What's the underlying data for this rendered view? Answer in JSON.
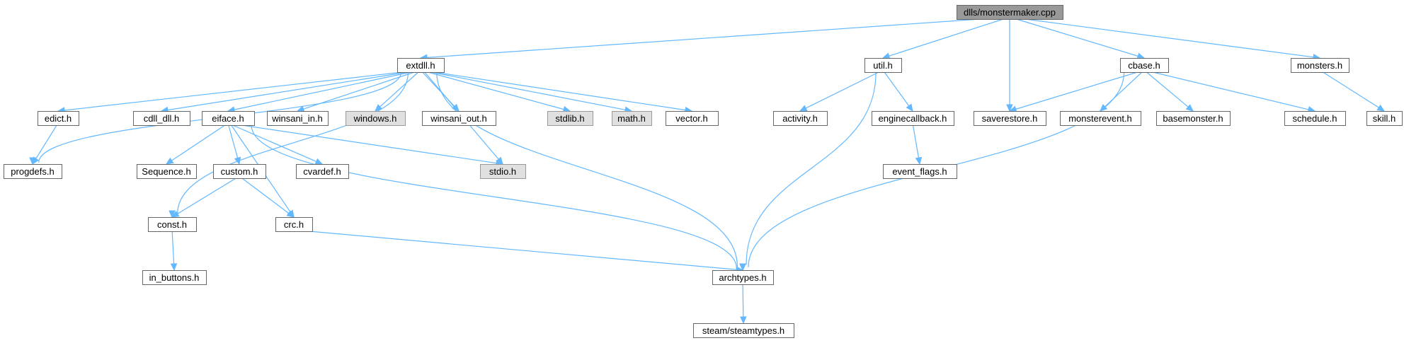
{
  "diagram": {
    "nodes": [
      {
        "id": "root",
        "label": "dlls/monstermaker.cpp",
        "style": "root"
      },
      {
        "id": "extdll",
        "label": "extdll.h",
        "style": "normal"
      },
      {
        "id": "util",
        "label": "util.h",
        "style": "normal"
      },
      {
        "id": "cbase",
        "label": "cbase.h",
        "style": "normal"
      },
      {
        "id": "monsters",
        "label": "monsters.h",
        "style": "normal"
      },
      {
        "id": "edict",
        "label": "edict.h",
        "style": "normal"
      },
      {
        "id": "cdll_dll",
        "label": "cdll_dll.h",
        "style": "normal"
      },
      {
        "id": "eiface",
        "label": "eiface.h",
        "style": "normal"
      },
      {
        "id": "winsani_in",
        "label": "winsani_in.h",
        "style": "normal"
      },
      {
        "id": "windows",
        "label": "windows.h",
        "style": "system"
      },
      {
        "id": "winsani_out",
        "label": "winsani_out.h",
        "style": "normal"
      },
      {
        "id": "stdlib",
        "label": "stdlib.h",
        "style": "system"
      },
      {
        "id": "math",
        "label": "math.h",
        "style": "system"
      },
      {
        "id": "vector",
        "label": "vector.h",
        "style": "normal"
      },
      {
        "id": "activity",
        "label": "activity.h",
        "style": "normal"
      },
      {
        "id": "enginecallback",
        "label": "enginecallback.h",
        "style": "normal"
      },
      {
        "id": "saverestore",
        "label": "saverestore.h",
        "style": "normal"
      },
      {
        "id": "monsterevent",
        "label": "monsterevent.h",
        "style": "normal"
      },
      {
        "id": "basemonster",
        "label": "basemonster.h",
        "style": "normal"
      },
      {
        "id": "schedule",
        "label": "schedule.h",
        "style": "normal"
      },
      {
        "id": "skill",
        "label": "skill.h",
        "style": "normal"
      },
      {
        "id": "progdefs",
        "label": "progdefs.h",
        "style": "normal"
      },
      {
        "id": "sequence",
        "label": "Sequence.h",
        "style": "normal"
      },
      {
        "id": "custom",
        "label": "custom.h",
        "style": "normal"
      },
      {
        "id": "cvardef",
        "label": "cvardef.h",
        "style": "normal"
      },
      {
        "id": "stdio",
        "label": "stdio.h",
        "style": "system"
      },
      {
        "id": "event_flags",
        "label": "event_flags.h",
        "style": "normal"
      },
      {
        "id": "const",
        "label": "const.h",
        "style": "normal"
      },
      {
        "id": "crc",
        "label": "crc.h",
        "style": "normal"
      },
      {
        "id": "in_buttons",
        "label": "in_buttons.h",
        "style": "normal"
      },
      {
        "id": "archtypes",
        "label": "archtypes.h",
        "style": "normal"
      },
      {
        "id": "steamtypes",
        "label": "steam/steamtypes.h",
        "style": "normal"
      }
    ],
    "edges": [
      [
        "root",
        "extdll"
      ],
      [
        "root",
        "util"
      ],
      [
        "root",
        "saverestore"
      ],
      [
        "root",
        "cbase"
      ],
      [
        "root",
        "monsters"
      ],
      [
        "extdll",
        "edict"
      ],
      [
        "extdll",
        "progdefs"
      ],
      [
        "extdll",
        "cdll_dll"
      ],
      [
        "extdll",
        "eiface"
      ],
      [
        "extdll",
        "winsani_in"
      ],
      [
        "extdll",
        "windows"
      ],
      [
        "extdll",
        "winsani_out"
      ],
      [
        "extdll",
        "stdlib"
      ],
      [
        "extdll",
        "math"
      ],
      [
        "extdll",
        "vector"
      ],
      [
        "extdll",
        "stdio"
      ],
      [
        "extdll",
        "const"
      ],
      [
        "extdll",
        "archtypes"
      ],
      [
        "util",
        "activity"
      ],
      [
        "util",
        "enginecallback"
      ],
      [
        "util",
        "archtypes"
      ],
      [
        "cbase",
        "saverestore"
      ],
      [
        "cbase",
        "monsterevent"
      ],
      [
        "cbase",
        "basemonster"
      ],
      [
        "cbase",
        "schedule"
      ],
      [
        "cbase",
        "archtypes"
      ],
      [
        "monsters",
        "skill"
      ],
      [
        "edict",
        "progdefs"
      ],
      [
        "eiface",
        "sequence"
      ],
      [
        "eiface",
        "custom"
      ],
      [
        "eiface",
        "cvardef"
      ],
      [
        "eiface",
        "stdio"
      ],
      [
        "eiface",
        "crc"
      ],
      [
        "eiface",
        "archtypes"
      ],
      [
        "custom",
        "const"
      ],
      [
        "custom",
        "crc"
      ],
      [
        "enginecallback",
        "event_flags"
      ],
      [
        "const",
        "in_buttons"
      ],
      [
        "crc",
        "archtypes"
      ],
      [
        "archtypes",
        "steamtypes"
      ]
    ]
  }
}
